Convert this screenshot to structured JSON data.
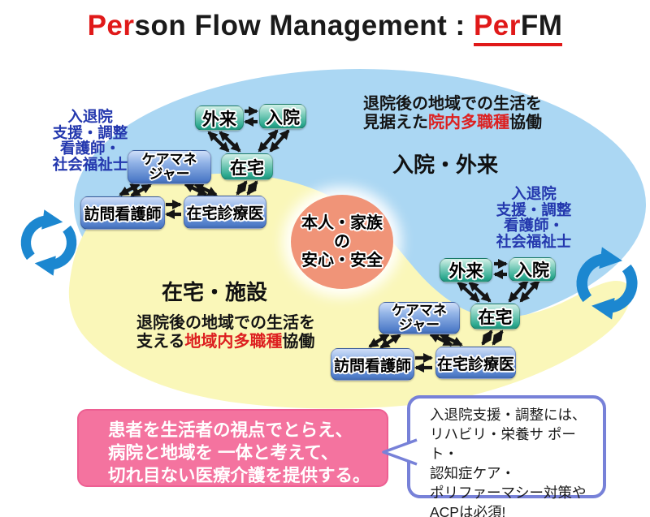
{
  "title": {
    "red_prefix": "Per",
    "middle": "son Flow Management : ",
    "accent_red": "Per",
    "accent_black": "FM"
  },
  "zones": {
    "hospital_area_label": "入院・外来",
    "community_area_label": "在宅・施設"
  },
  "center_circle": {
    "line1": "本人・家族",
    "line2": "の",
    "line3": "安心・安全"
  },
  "hospital_note": {
    "line1": "退院後の地域での生活を",
    "line2_pre": "見据えた",
    "line2_highlight": "院内多職種",
    "line2_post": "協働"
  },
  "community_note": {
    "line1": "退院後の地域での生活を",
    "line2_pre": "支える",
    "line2_highlight": "地域内多職種",
    "line2_post": "協働"
  },
  "staff_note": {
    "lines": [
      "入退院",
      "支援・調整",
      "看護師・",
      "社会福祉士"
    ]
  },
  "node_labels": {
    "outpatient": "外来",
    "admission": "入院",
    "home": "在宅",
    "care_manager_line1": "ケアマネ",
    "care_manager_line2": "ジャー",
    "visiting_nurse": "訪問看護師",
    "home_doctor": "在宅診療医"
  },
  "pink_box": {
    "line1": "患者を生活者の視点でとらえ、",
    "line2": "病院と地域を 一体と考えて、",
    "line3": "切れ目ない医療介護を提供する。"
  },
  "speech_bubble": {
    "line1": "入退院支援・調整には、",
    "line2": "リハビリ・栄養サ ポート・",
    "line3": "認知症ケア・",
    "line4": "ポリファーマシー対策や",
    "line5": "ACPは必須!"
  },
  "icons": {
    "left": "sync-cycle-arrows",
    "right": "sync-cycle-arrows"
  },
  "colors": {
    "hospital_zone_blue": "#ABD7F3",
    "community_zone_yellow": "#FAF7B9",
    "center_circle_salmon": "#F09478",
    "accent_red": "#E01919",
    "staff_text_blue": "#2438AE",
    "node_teal": "#2AA88E",
    "node_blue": "#4E7BC8",
    "pink_box_bg": "#F4739F",
    "bubble_border": "#7781D8",
    "cycle_icon_blue": "#1C87D0",
    "arrow_black": "#151515"
  }
}
